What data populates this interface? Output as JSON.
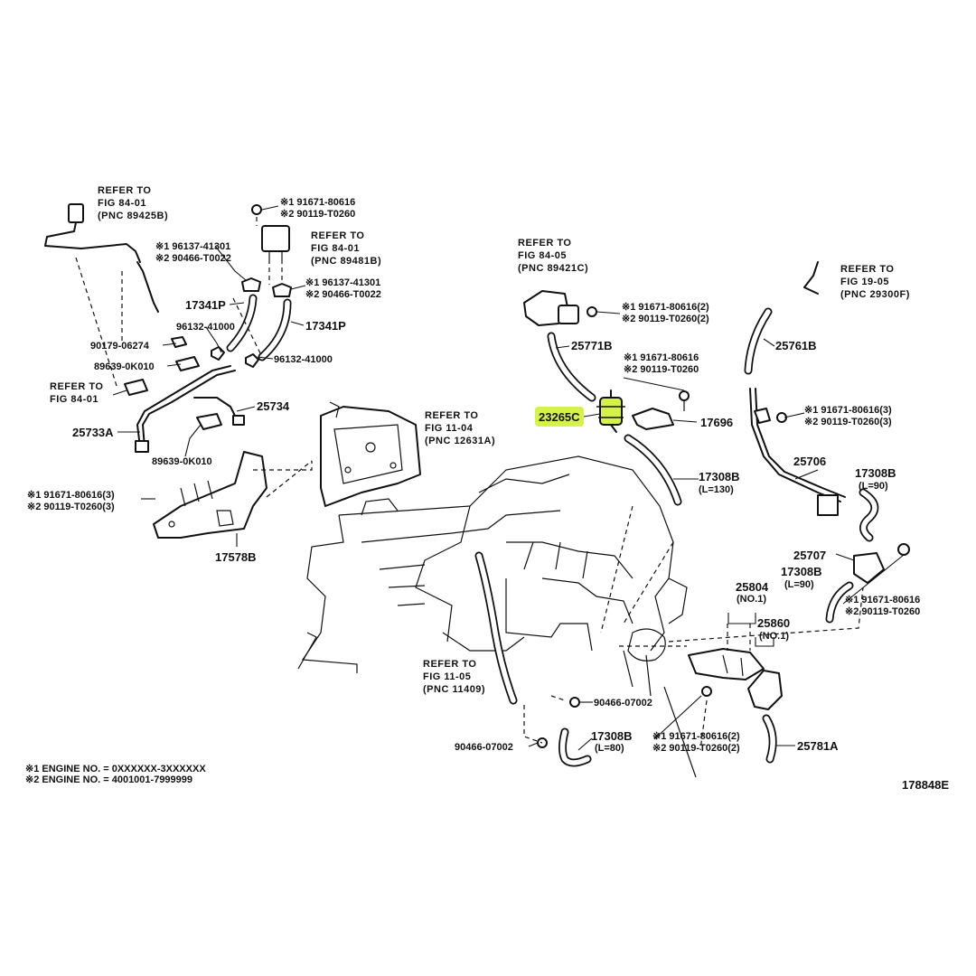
{
  "diagram": {
    "figure_code": "178848E",
    "highlight_color": "#d4f24a",
    "highlighted_part": "23265C",
    "footnotes": [
      "※1  ENGINE NO. = 0XXXXXX-3XXXXXX",
      "※2  ENGINE NO. = 4001001-7999999"
    ],
    "refs": {
      "r1": [
        "REFER TO",
        "FIG 84-01",
        "(PNC 89425B)"
      ],
      "r2": [
        "REFER TO",
        "FIG 84-01",
        "(PNC 89481B)"
      ],
      "r3": [
        "REFER TO",
        "FIG 84-01"
      ],
      "r4": [
        "REFER TO",
        "FIG 11-04",
        "(PNC 12631A)"
      ],
      "r5": [
        "REFER TO",
        "FIG 84-05",
        "(PNC 89421C)"
      ],
      "r6": [
        "REFER TO",
        "FIG 19-05",
        "(PNC 29300F)"
      ],
      "r7": [
        "REFER TO",
        "FIG 11-05",
        "(PNC 11409)"
      ]
    },
    "parts": {
      "p_17341p_a": "17341P",
      "p_17341p_b": "17341P",
      "p_96132_a": "96132-41000",
      "p_96132_b": "96132-41000",
      "p_90179": "90179-06274",
      "p_89639_a": "89639-0K010",
      "p_89639_b": "89639-0K010",
      "p_25734": "25734",
      "p_25733a": "25733A",
      "p_17578b": "17578B",
      "p_25771b": "25771B",
      "p_23265c": "23265C",
      "p_17696": "17696",
      "p_17308b_a": "17308B",
      "p_17308b_a_len": "(L=130)",
      "p_25761b": "25761B",
      "p_25706": "25706",
      "p_17308b_b": "17308B",
      "p_17308b_b_len": "(L=90)",
      "p_25707": "25707",
      "p_17308b_c": "17308B",
      "p_17308b_c_len": "(L=90)",
      "p_25804": "25804",
      "p_25804_no": "(NO.1)",
      "p_25860": "25860",
      "p_25860_no": "(NO.1)",
      "p_90466_07002_a": "90466-07002",
      "p_90466_07002_b": "90466-07002",
      "p_17308b_d": "17308B",
      "p_17308b_d_len": "(L=80)",
      "p_25781a": "25781A"
    },
    "pairs": {
      "q1": [
        "※1  91671-80616",
        "※2  90119-T0260"
      ],
      "q2": [
        "※1  96137-41301",
        "※2  90466-T0022"
      ],
      "q3": [
        "※1  96137-41301",
        "※2  90466-T0022"
      ],
      "q4": [
        "※1  91671-80616(3)",
        "※2  90119-T0260(3)"
      ],
      "q5": [
        "※1  91671-80616(2)",
        "※2  90119-T0260(2)"
      ],
      "q6": [
        "※1  91671-80616",
        "※2  90119-T0260"
      ],
      "q7": [
        "※1  91671-80616(3)",
        "※2  90119-T0260(3)"
      ],
      "q8": [
        "※1  91671-80616",
        "※2  90119-T0260"
      ],
      "q9": [
        "※1  91671-80616(2)",
        "※2  90119-T0260(2)"
      ]
    }
  }
}
